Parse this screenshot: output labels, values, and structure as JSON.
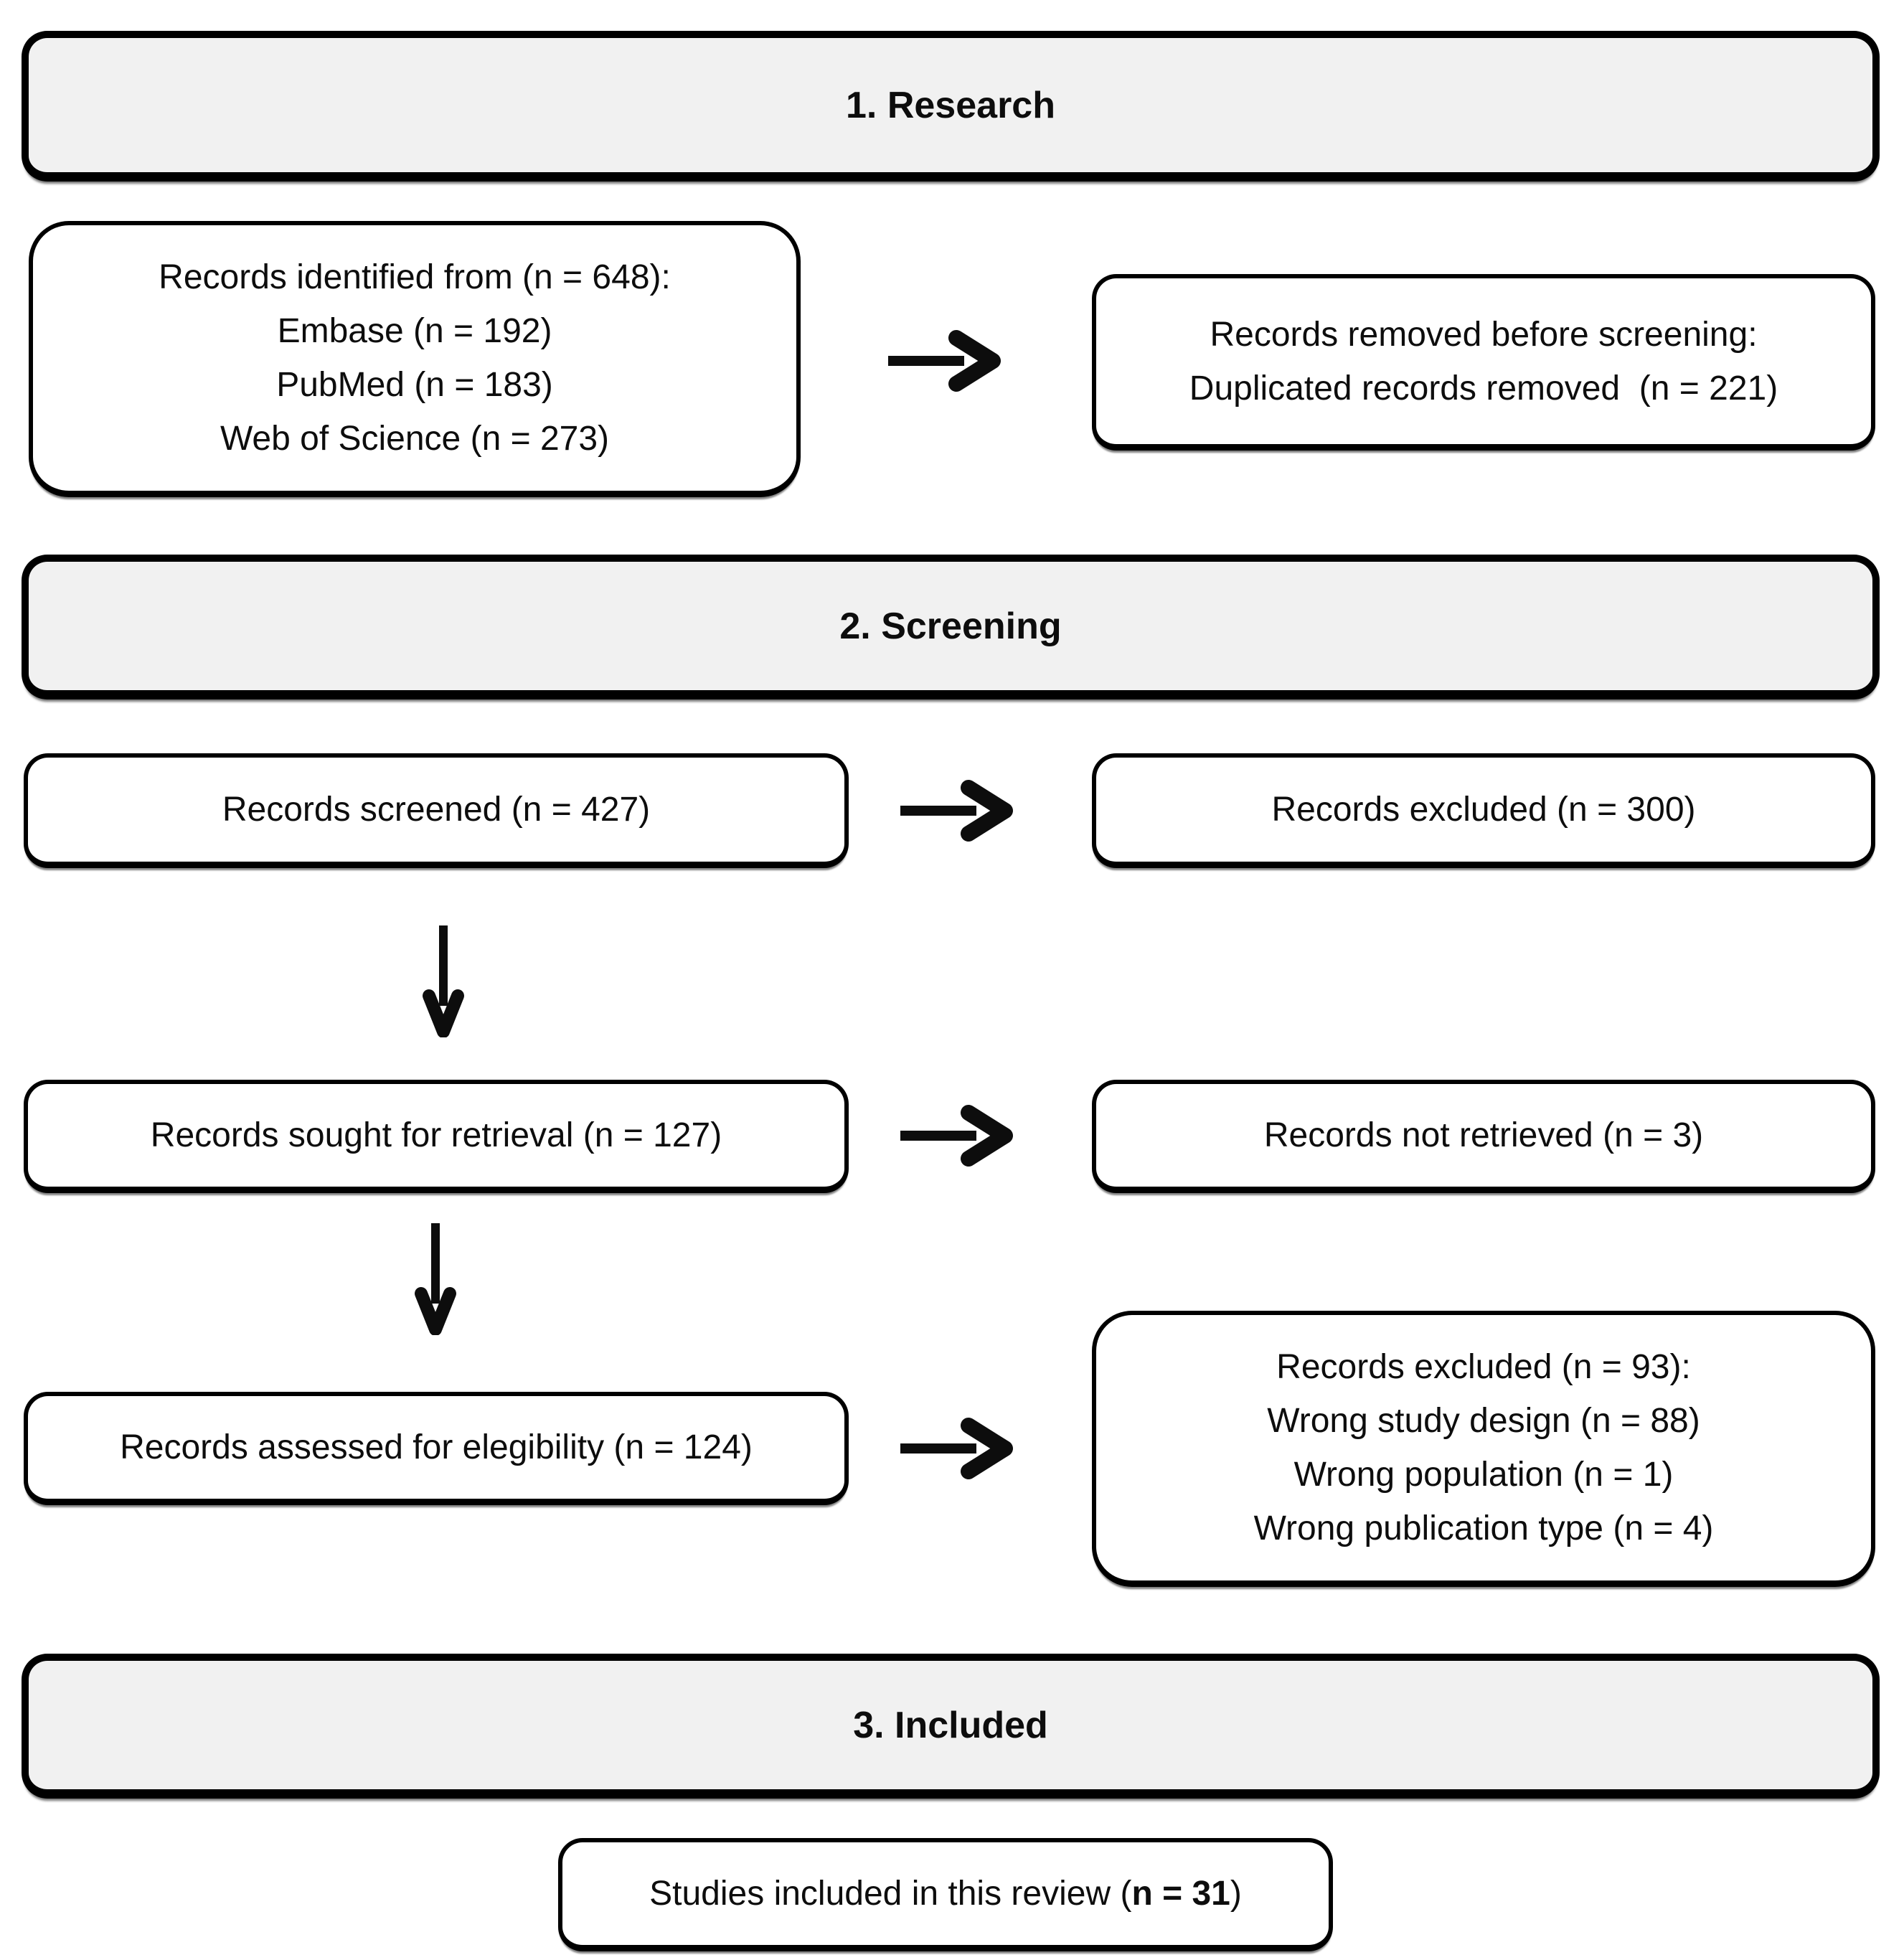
{
  "colors": {
    "background": "#ffffff",
    "header_fill": "#f1f1f1",
    "box_fill": "#ffffff",
    "border": "#000000",
    "text": "#0d0d0d"
  },
  "sections": {
    "research": {
      "label": "1. Research"
    },
    "screening": {
      "label": "2. Screening"
    },
    "included": {
      "label": "3. Included"
    }
  },
  "boxes": {
    "identified": {
      "lines": [
        "Records identified from (n = 648):",
        "Embase (n = 192)",
        "PubMed (n = 183)",
        "Web of Science (n = 273)"
      ]
    },
    "removed_before_screening": {
      "lines": [
        "Records removed before screening:",
        "Duplicated records removed  (n = 221)"
      ]
    },
    "screened": {
      "text": "Records screened (n = 427)"
    },
    "excluded_screening": {
      "text": "Records excluded (n = 300)"
    },
    "sought_retrieval": {
      "text": "Records sought for retrieval (n = 127)"
    },
    "not_retrieved": {
      "text": "Records not retrieved (n = 3)"
    },
    "assessed_eligibility": {
      "text": "Records assessed for elegibility (n = 124)"
    },
    "excluded_eligibility": {
      "lines": [
        "Records excluded (n = 93):",
        "Wrong study design (n = 88)",
        "Wrong population (n = 1)",
        "Wrong publication type (n = 4)"
      ]
    },
    "studies_included": {
      "prefix": "Studies included in this review (",
      "emphasis": "n = 31",
      "suffix": ")"
    }
  },
  "icons": {
    "arrow_right": "→",
    "arrow_down": "↓"
  }
}
